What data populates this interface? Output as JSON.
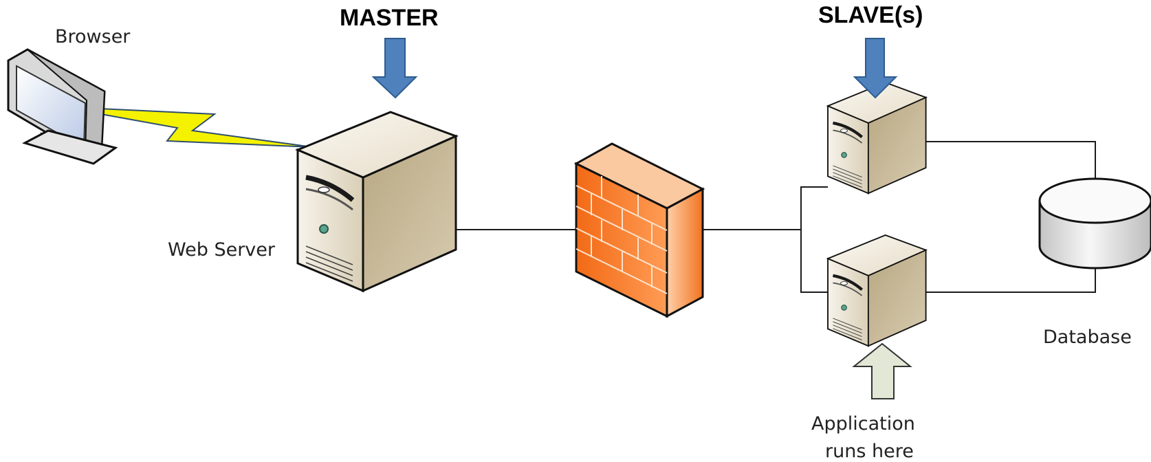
{
  "labels": {
    "master": "MASTER",
    "slaves": "SLAVE(s)",
    "browser": "Browser",
    "web_server": "Web Server",
    "database": "Database",
    "application_line1": "Application",
    "application_line2": "runs here"
  },
  "colors": {
    "arrow_blue": "#4f81bd",
    "arrow_green": "#e2e8d5",
    "firewall_orange": "#f47a20",
    "lightning_yellow": "#f5f200",
    "server_beige": "#d8ccb0"
  },
  "icons": [
    "monitor-icon",
    "lightning-icon",
    "server-icon",
    "firewall-icon",
    "database-icon",
    "down-arrow-icon",
    "up-arrow-icon"
  ]
}
